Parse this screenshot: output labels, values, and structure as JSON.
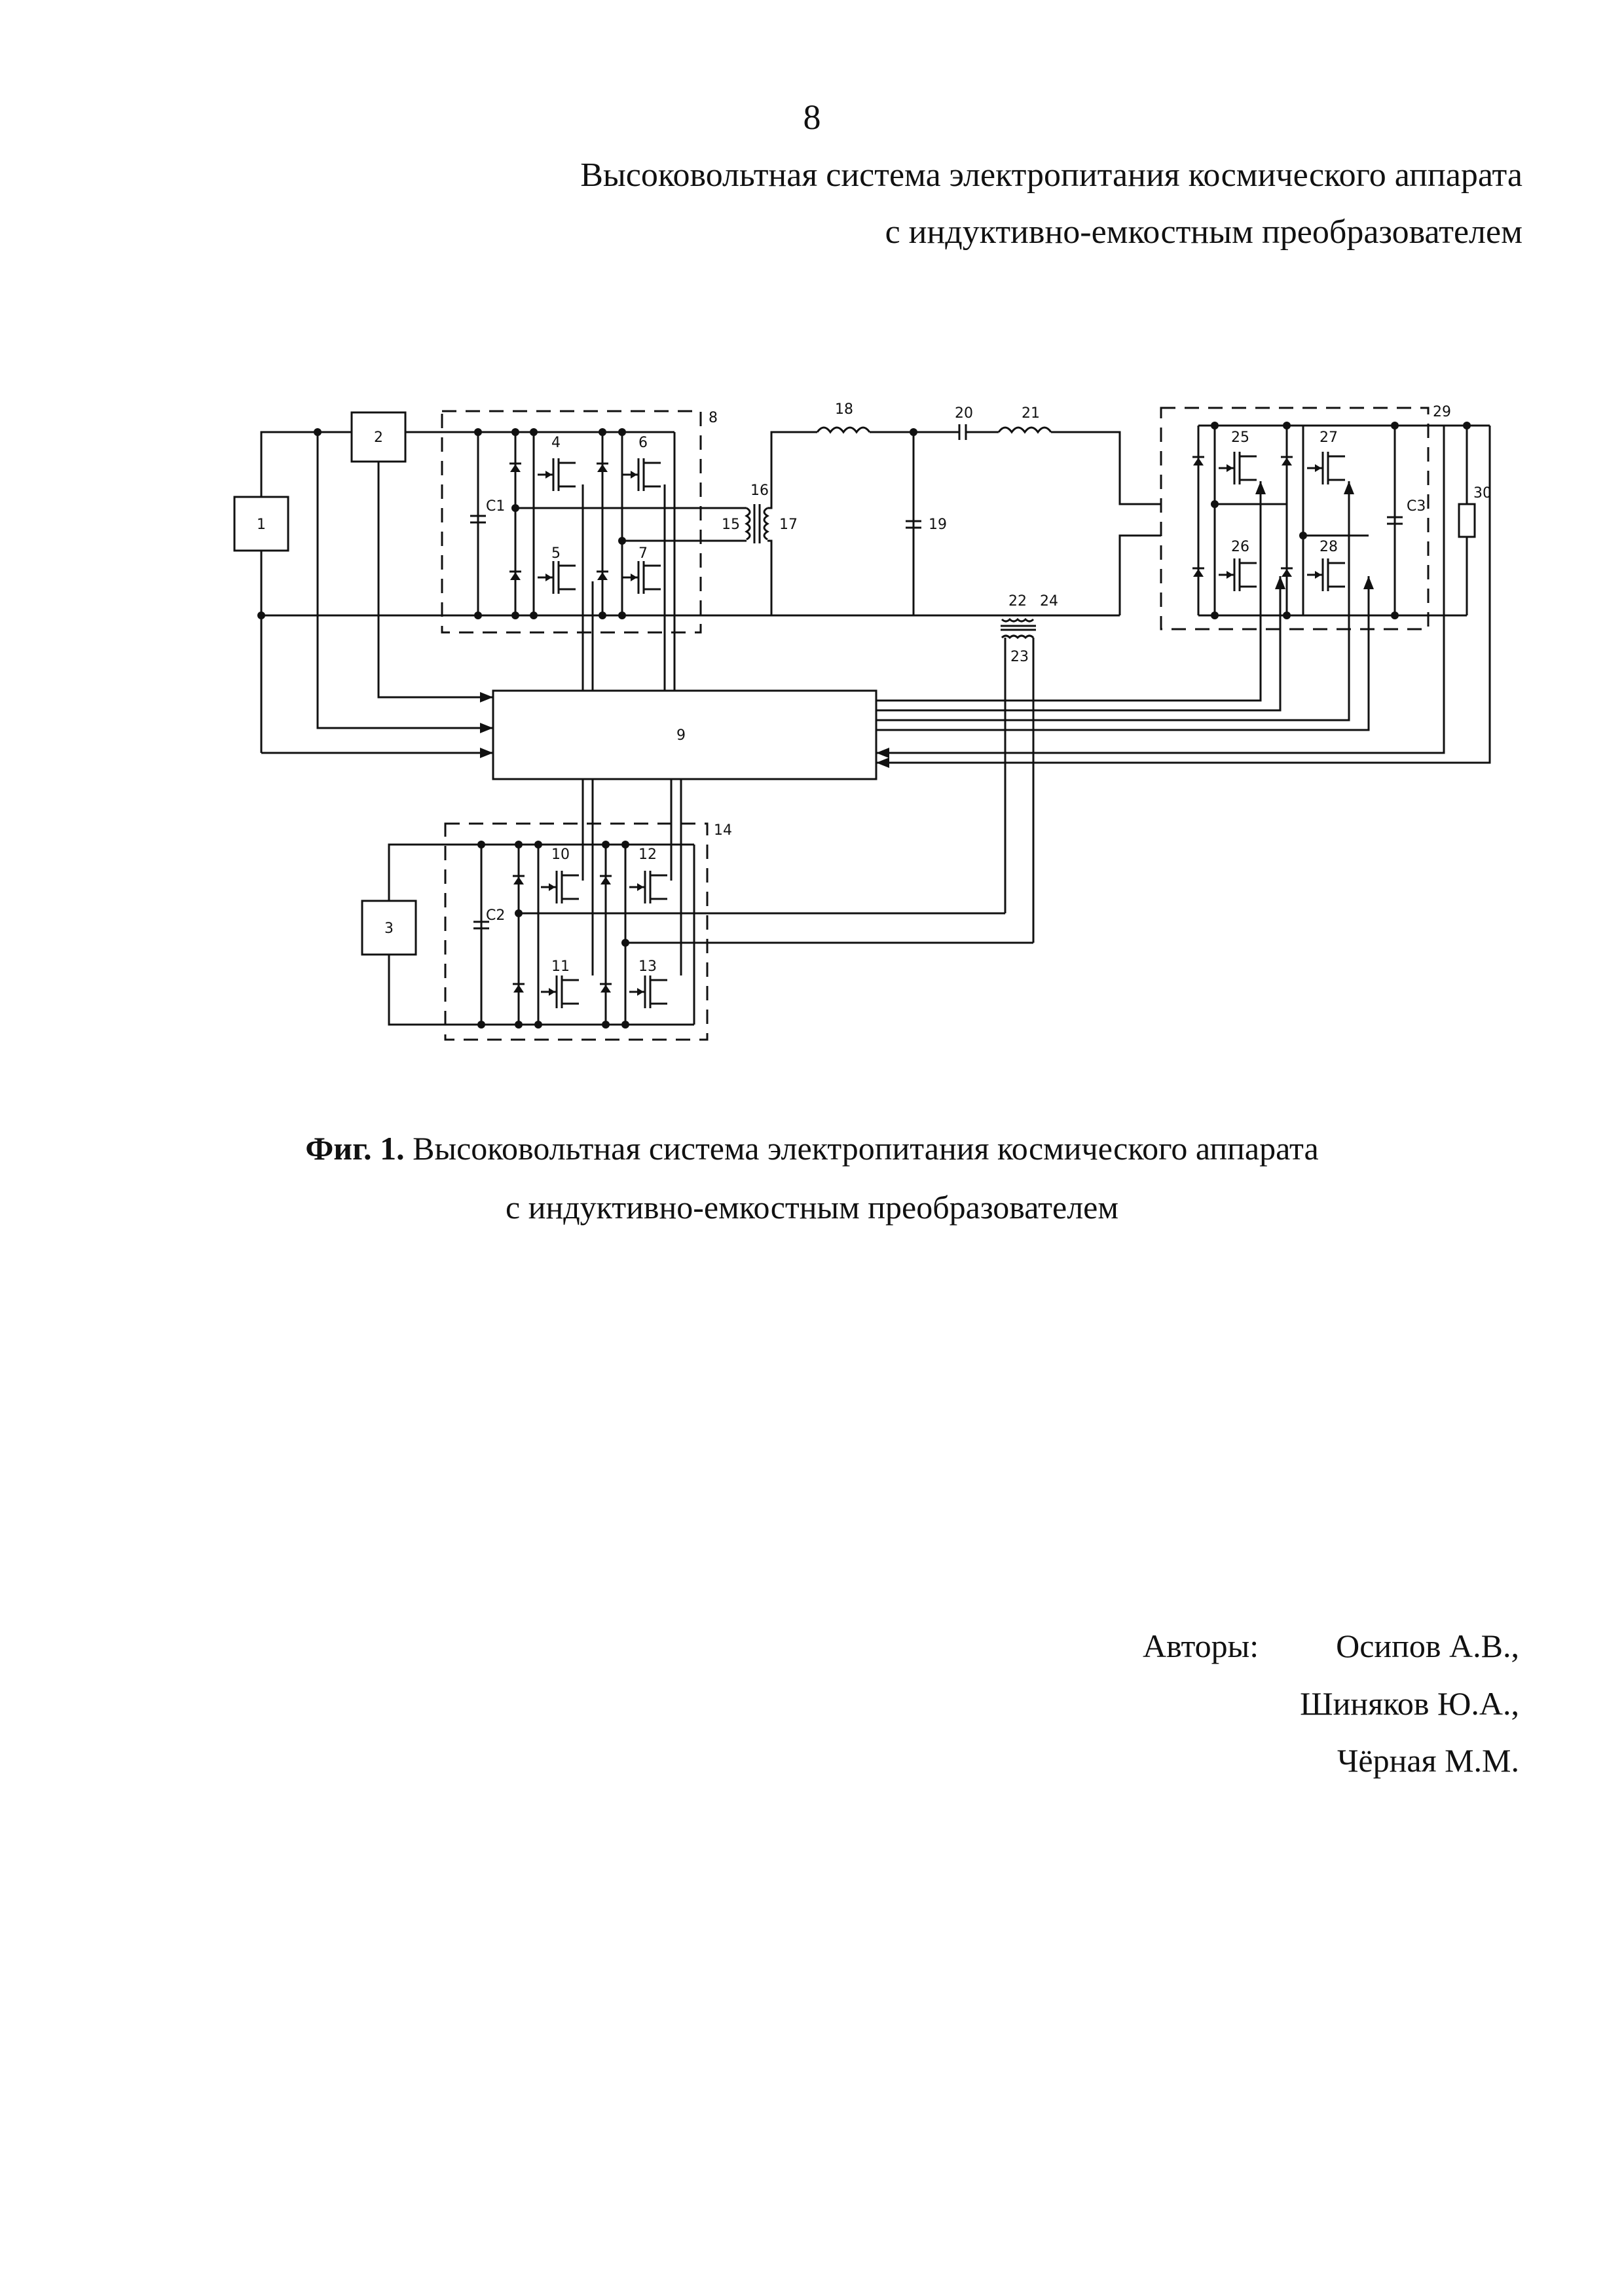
{
  "page_number": "8",
  "title": {
    "line1": "Высоковольтная система электропитания космического аппарата",
    "line2": "с индуктивно-емкостным преобразователем"
  },
  "figure": {
    "labels": {
      "b1": "1",
      "b2": "2",
      "b3": "3",
      "b9": "9",
      "n4": "4",
      "n5": "5",
      "n6": "6",
      "n7": "7",
      "n8": "8",
      "n10": "10",
      "n11": "11",
      "n12": "12",
      "n13": "13",
      "n14": "14",
      "n15": "15",
      "n16": "16",
      "n17": "17",
      "n18": "18",
      "n19": "19",
      "n20": "20",
      "n21": "21",
      "n22": "22",
      "n23": "23",
      "n24": "24",
      "n25": "25",
      "n26": "26",
      "n27": "27",
      "n28": "28",
      "n29": "29",
      "n30": "30",
      "c1": "С1",
      "c2": "С2",
      "c3": "С3"
    }
  },
  "caption": {
    "bold": "Фиг. 1.",
    "line1_rest": " Высоковольтная система электропитания космического аппарата",
    "line2": "с индуктивно-емкостным преобразователем"
  },
  "authors": {
    "label": "Авторы:",
    "list": [
      "Осипов А.В.,",
      "Шиняков Ю.А.,",
      "Чёрная М.М."
    ]
  }
}
